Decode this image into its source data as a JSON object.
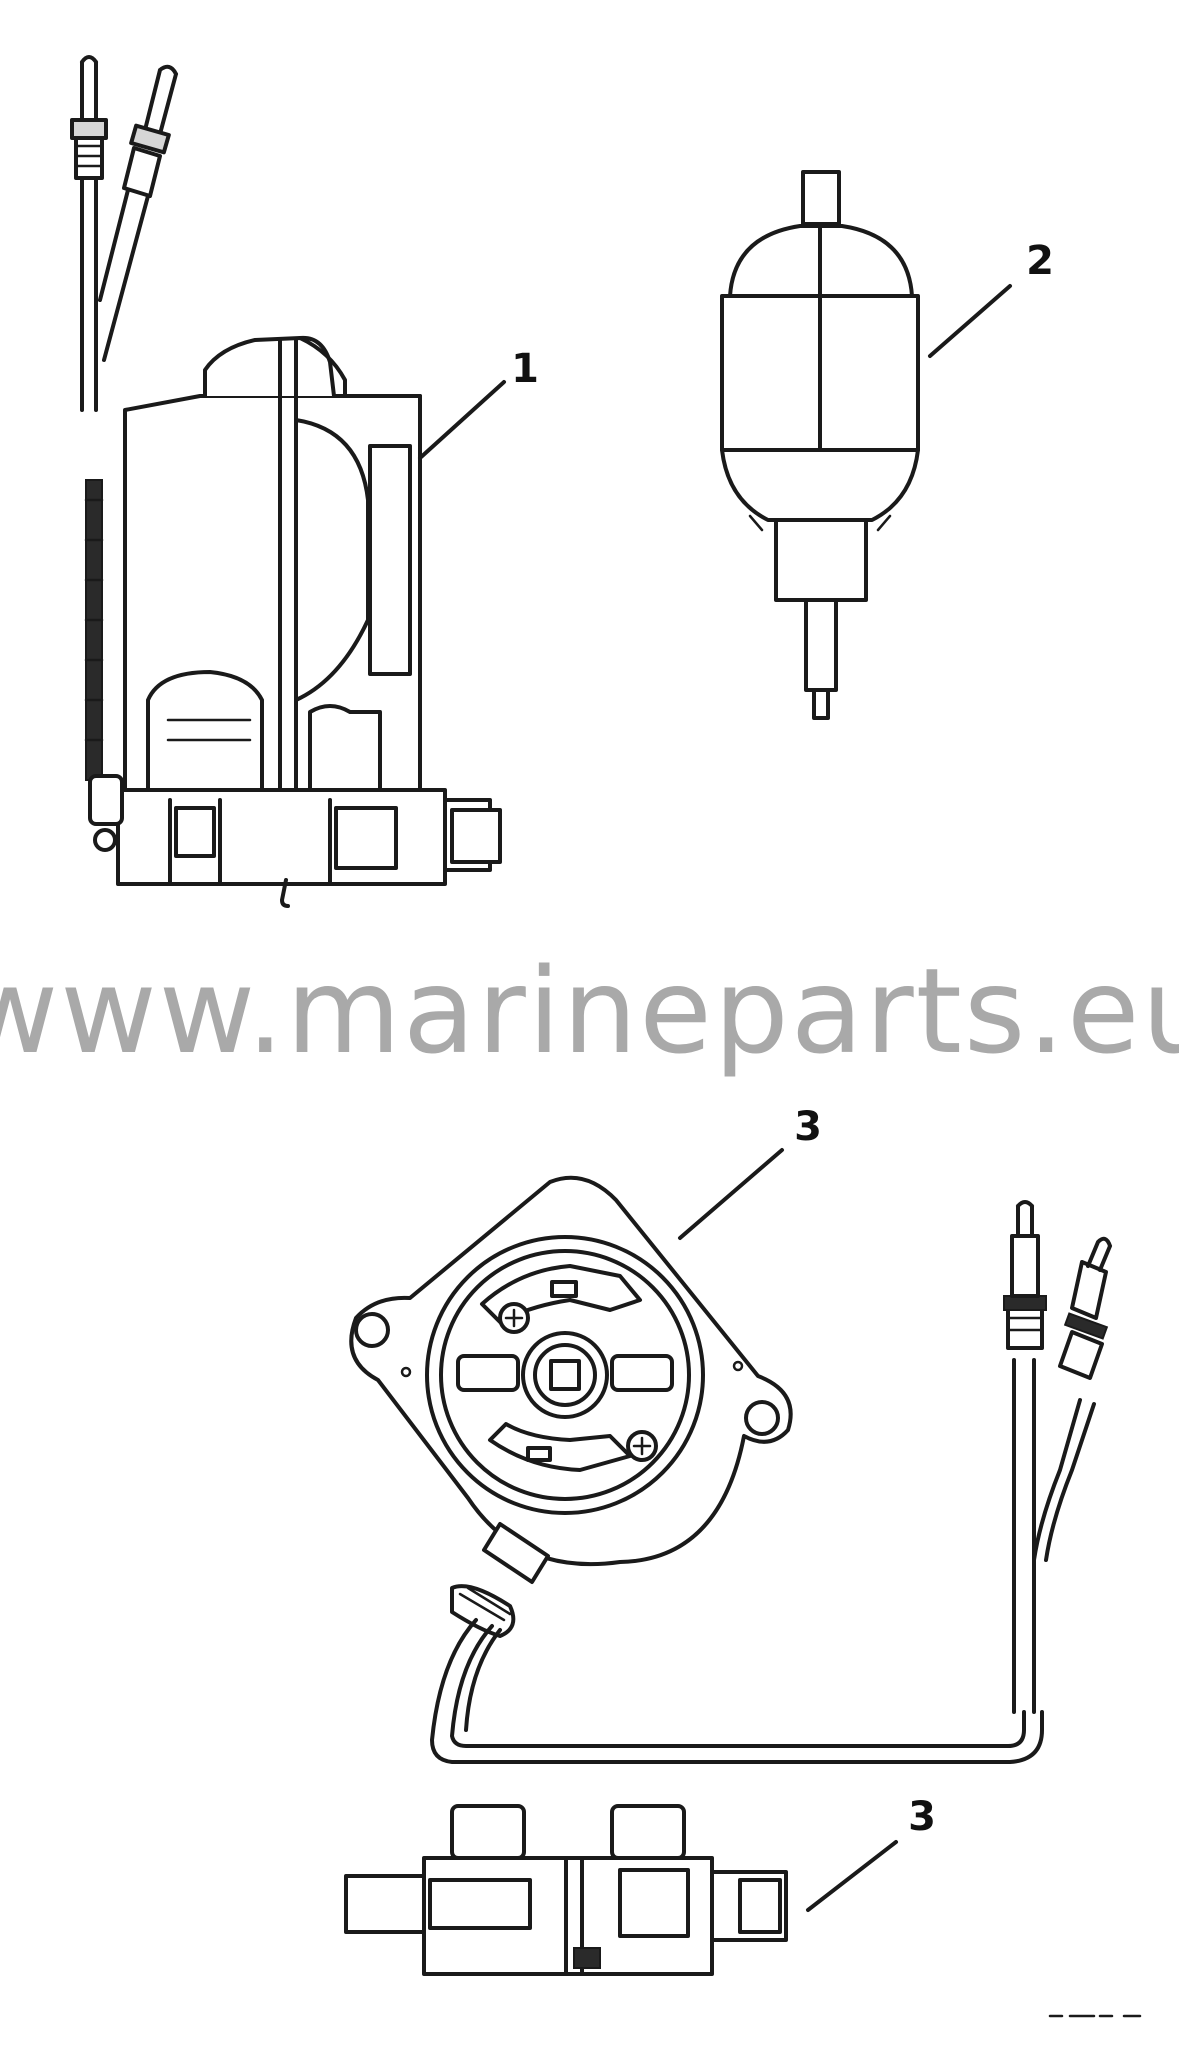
{
  "diagram": {
    "watermark": "www.marineparts.eu",
    "callouts": {
      "part_1": "1",
      "part_2": "2",
      "part_3_upper": "3",
      "part_3_lower": "3"
    }
  }
}
